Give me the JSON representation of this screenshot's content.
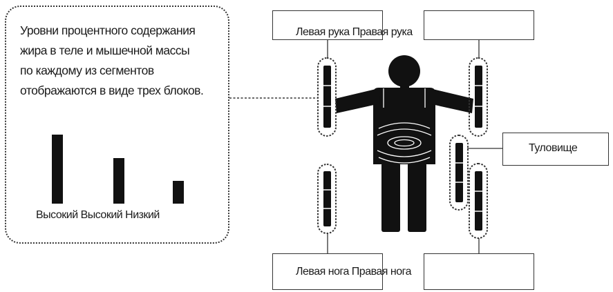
{
  "info_panel": {
    "lines": [
      "Уровни процентного содержания",
      "жира в теле и мышечной массы",
      "по каждому из сегментов",
      "отображаются в виде трех блоков."
    ]
  },
  "bar_legend": {
    "labels_text": "Высокий Высокий Низкий"
  },
  "segments": {
    "arms_text": "Левая рука Правая рука",
    "trunk_text": "Туловище",
    "legs_text": "Левая нога Правая нога"
  },
  "colors": {
    "figure": "#111111",
    "lines": "#333333",
    "background": "#ffffff"
  }
}
